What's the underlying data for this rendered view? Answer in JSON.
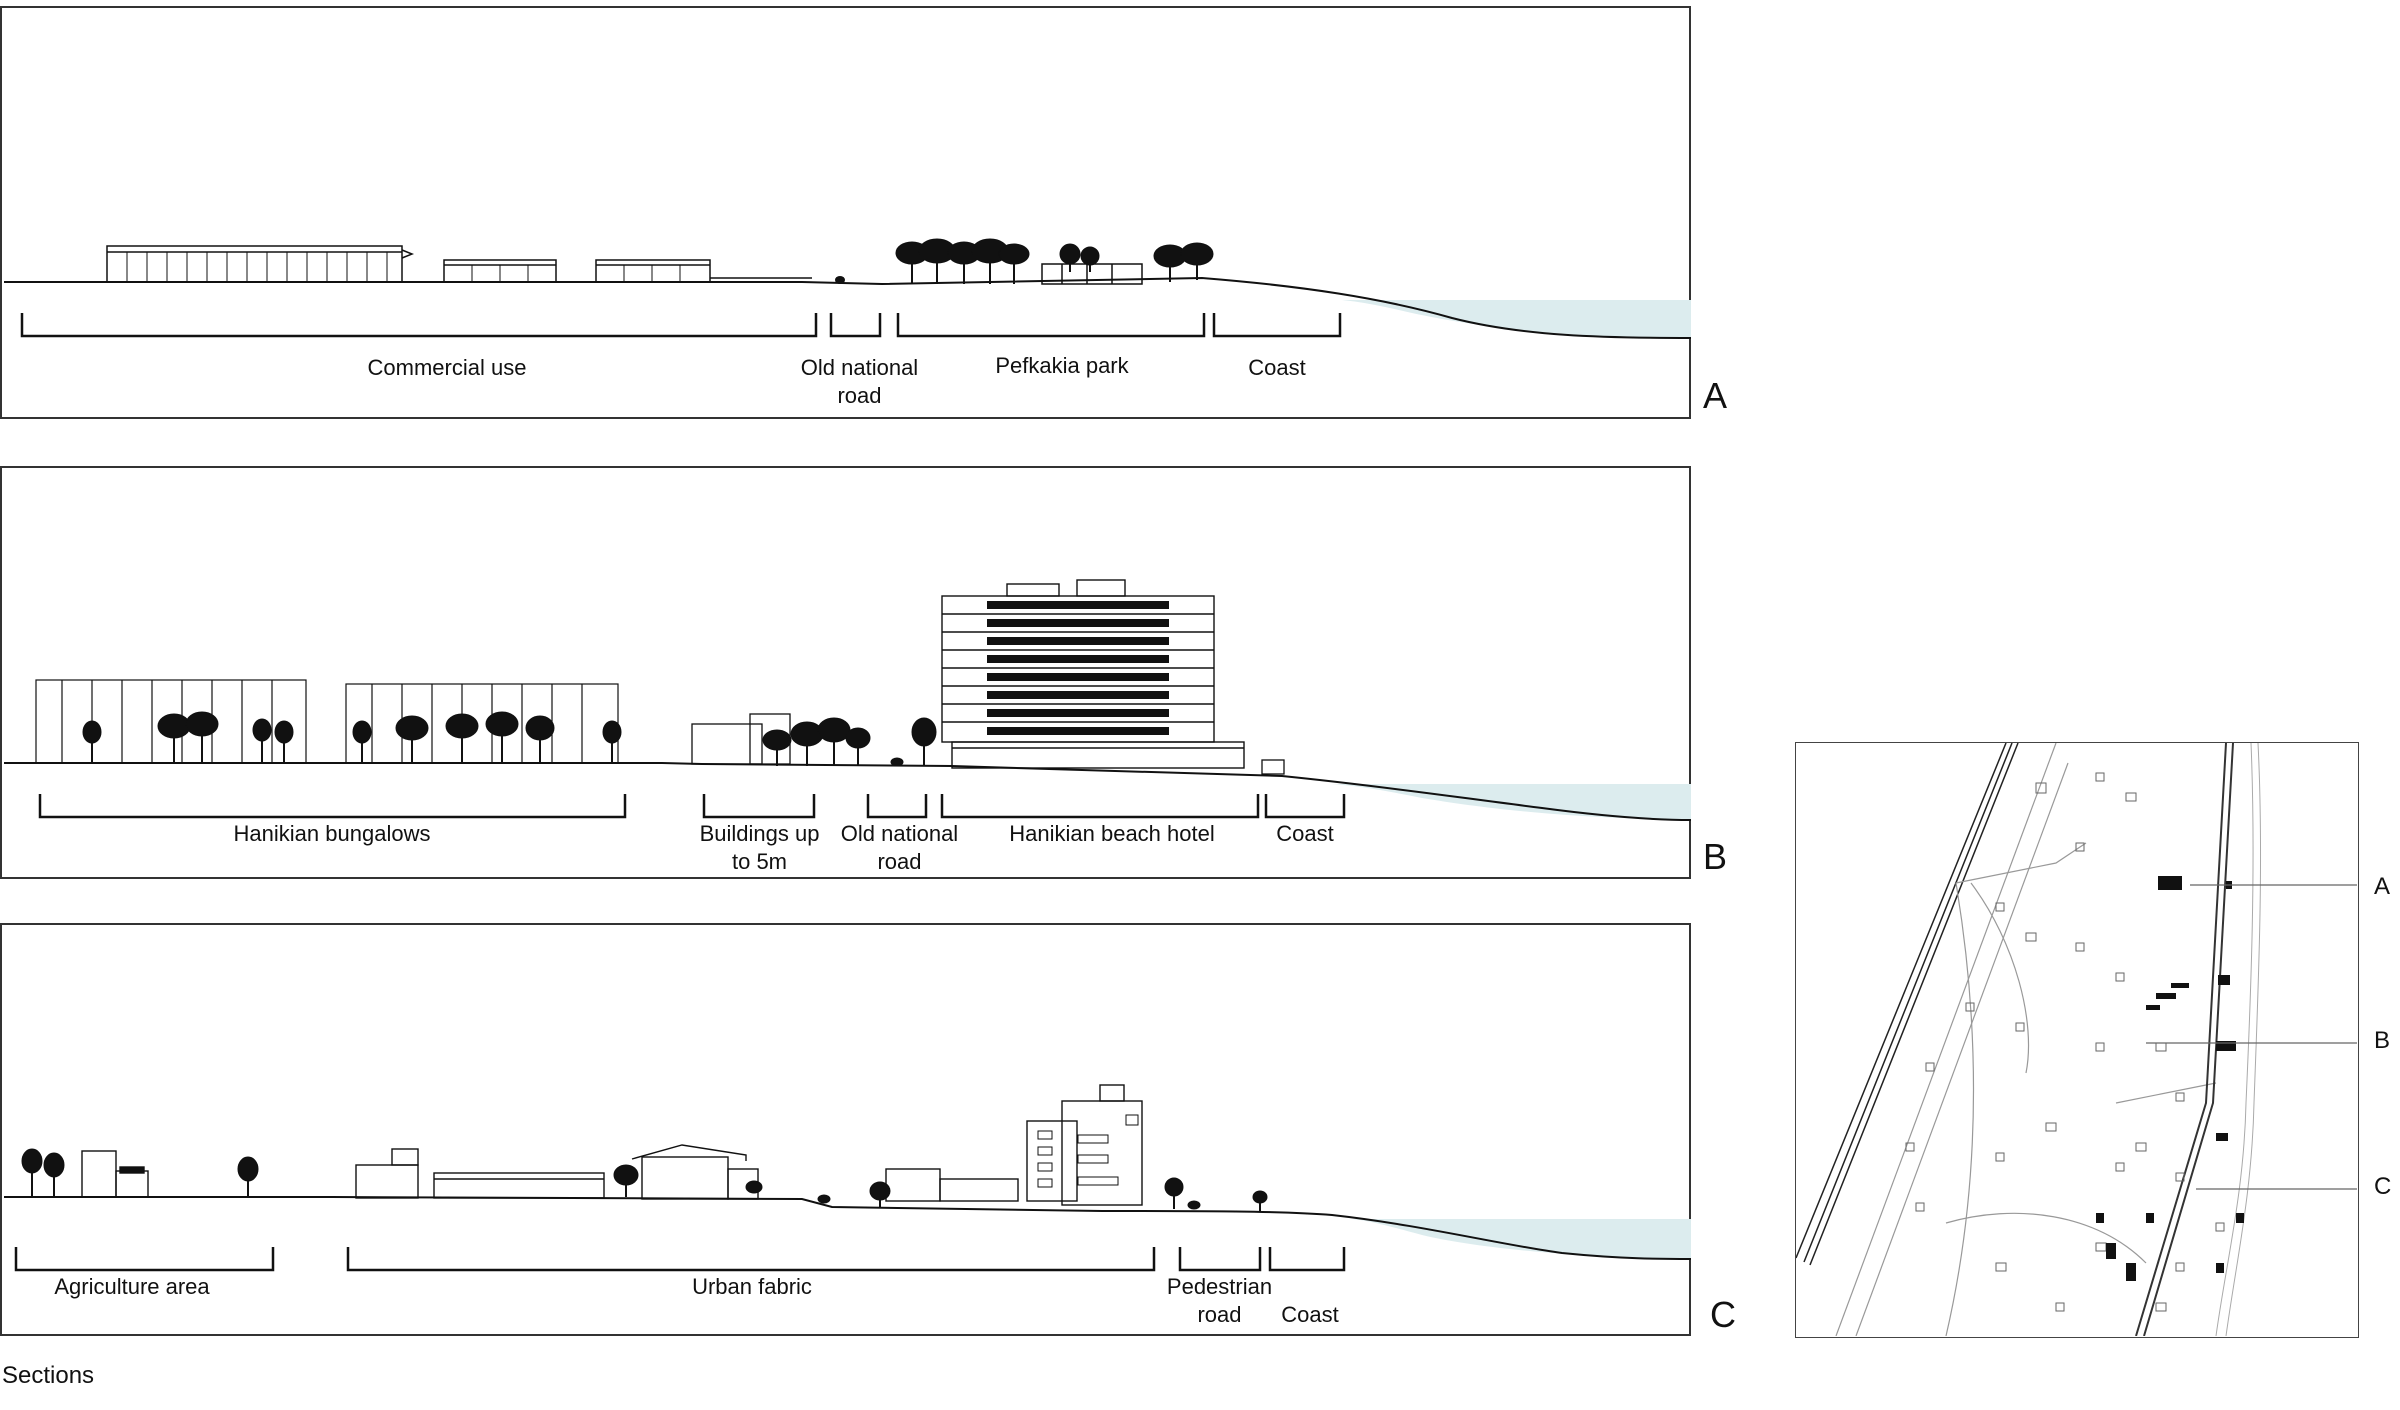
{
  "sections": [
    {
      "letter": "A",
      "zones": [
        {
          "label": "Commercial use"
        },
        {
          "label": "Old national road"
        },
        {
          "label": "Pefkakia park"
        },
        {
          "label": "Coast"
        }
      ]
    },
    {
      "letter": "B",
      "zones": [
        {
          "label": "Hanikian bungalows"
        },
        {
          "label": "Buildings up to 5m"
        },
        {
          "label": "Old national road"
        },
        {
          "label": "Hanikian beach hotel"
        },
        {
          "label": "Coast"
        }
      ]
    },
    {
      "letter": "C",
      "zones": [
        {
          "label": "Agriculture area"
        },
        {
          "label": "Urban fabric"
        },
        {
          "label": "Pedestrian road"
        },
        {
          "label": "Coast"
        }
      ]
    }
  ],
  "map": {
    "markers": [
      "A",
      "B",
      "C"
    ]
  },
  "caption": "Sections",
  "colors": {
    "water": "#dcecee",
    "line": "#111111",
    "frame": "#333333"
  }
}
